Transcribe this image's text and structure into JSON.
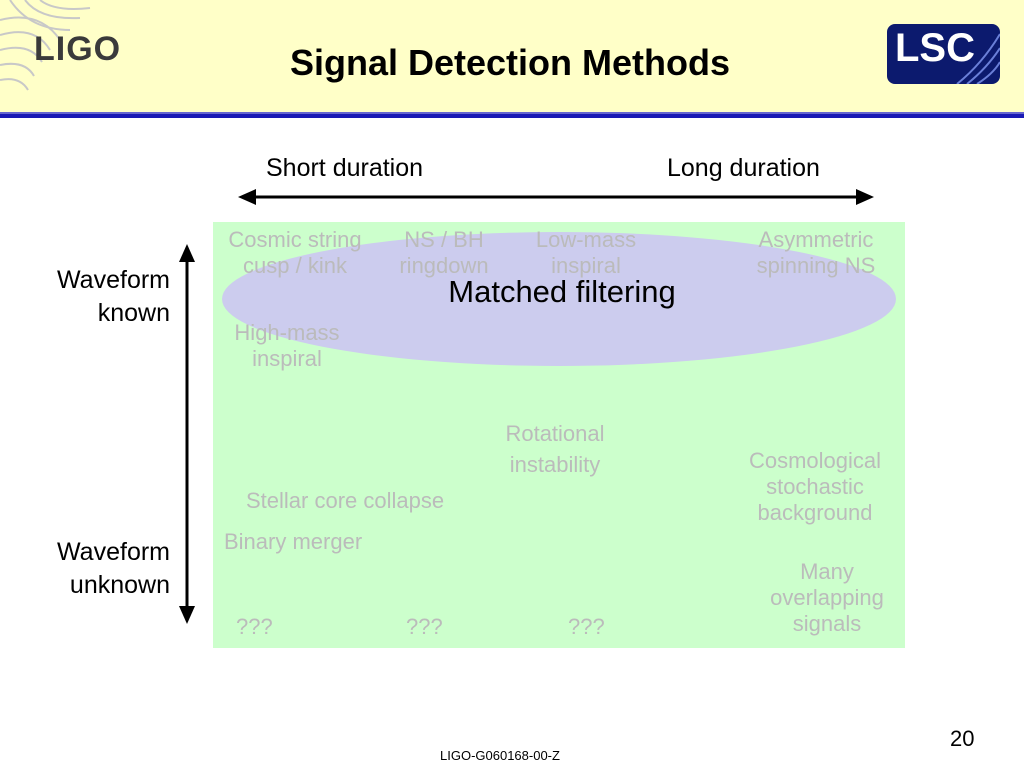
{
  "header": {
    "logo_left": "LIGO",
    "title": "Signal Detection Methods",
    "logo_right": "LSC"
  },
  "axes": {
    "short_duration": "Short duration",
    "long_duration": "Long duration",
    "waveform_known": [
      "Waveform",
      "known"
    ],
    "waveform_unknown": [
      "Waveform",
      "unknown"
    ]
  },
  "method": {
    "label": "Matched filtering"
  },
  "sources": {
    "cosmic_string": [
      "Cosmic string",
      "cusp / kink"
    ],
    "ns_bh": [
      "NS / BH",
      "ringdown"
    ],
    "low_mass": [
      "Low-mass",
      "inspiral"
    ],
    "asymmetric": [
      "Asymmetric",
      "spinning NS"
    ],
    "high_mass": [
      "High-mass",
      "inspiral"
    ],
    "rotational": [
      "Rotational",
      "instability"
    ],
    "cosmological": [
      "Cosmological",
      "stochastic",
      "background"
    ],
    "stellar_core": "Stellar core collapse",
    "binary_merger": "Binary merger",
    "many_overlapping": [
      "Many",
      "overlapping",
      "signals"
    ],
    "unknown_1": "???",
    "unknown_2": "???",
    "unknown_3": "???"
  },
  "footer": {
    "page_number": "20",
    "doc_code": "LIGO-G060168-00-Z"
  },
  "colors": {
    "header_bg": "#ffffc8",
    "header_rule": "#1a1ab4",
    "panel_green": "#ccffcc",
    "ellipse_lavender": "#ccccee",
    "faint_text": "#bbbbbb"
  }
}
